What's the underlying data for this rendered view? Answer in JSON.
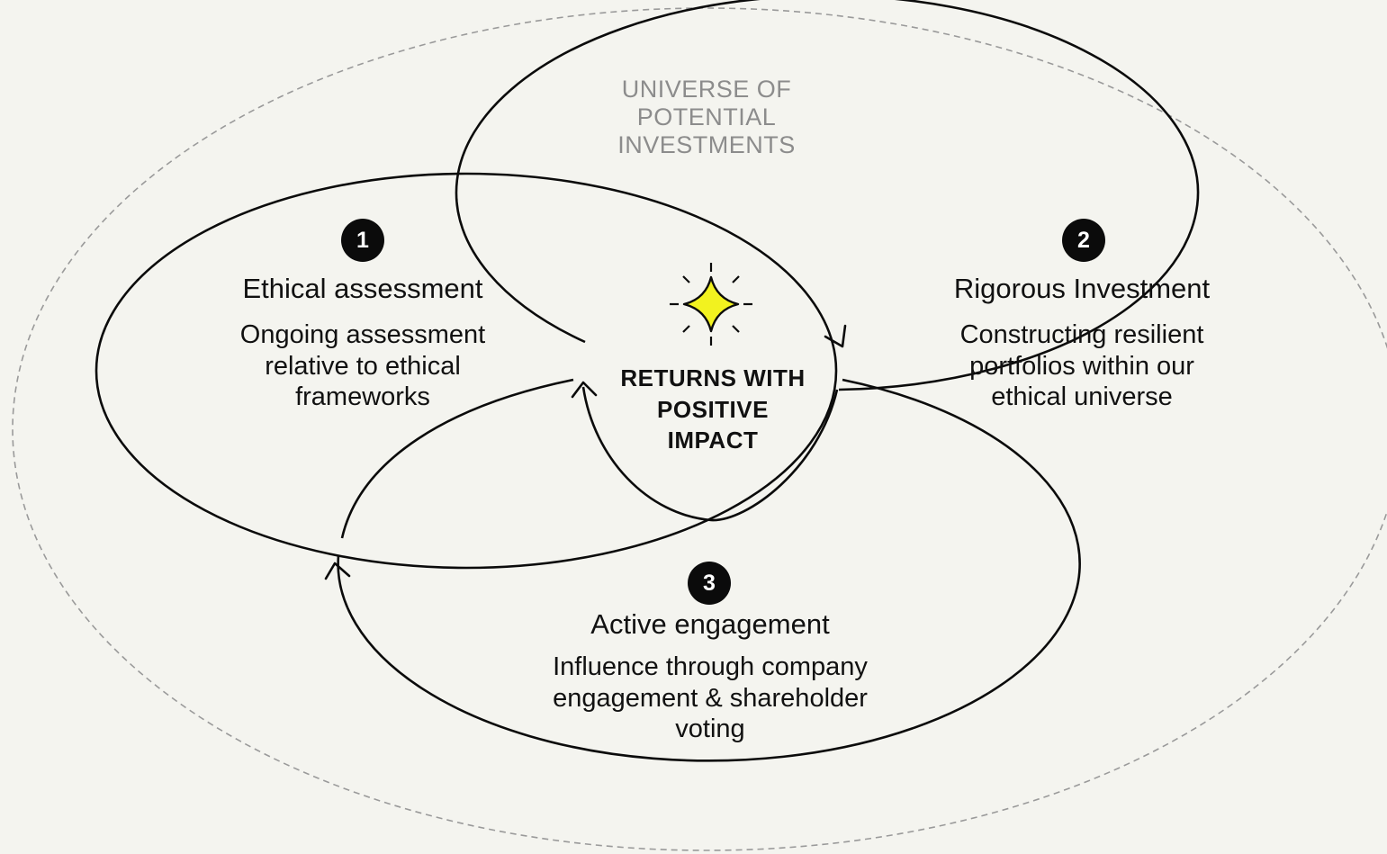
{
  "universe": {
    "label": "UNIVERSE OF\nPOTENTIAL\nINVESTMENTS"
  },
  "center": {
    "label": "RETURNS WITH\nPOSITIVE\nIMPACT",
    "icon": "sparkle-icon",
    "icon_color": "#f2f21f"
  },
  "steps": [
    {
      "number": "1",
      "title": "Ethical assessment",
      "description": "Ongoing assessment\nrelative to ethical\nframeworks"
    },
    {
      "number": "2",
      "title": "Rigorous Investment",
      "description": "Constructing resilient\nportfolios within our\nethical universe"
    },
    {
      "number": "3",
      "title": "Active engagement",
      "description": "Influence through company\nengagement & shareholder\nvoting"
    }
  ],
  "colors": {
    "background": "#f4f4ef",
    "ink": "#111111",
    "universe_outline": "#9a9a9a",
    "badge": "#0b0b0b"
  }
}
